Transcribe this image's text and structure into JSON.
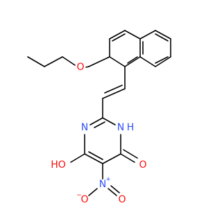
{
  "molecule": {
    "atoms": {
      "propoxy_o": "O",
      "ring_n_left": "N",
      "ring_nh_right": "H",
      "ring_n_right": "N",
      "hydroxy_h": "HO",
      "carbonyl_o": "O",
      "nitro_n": "N",
      "nitro_charge_pos": "+",
      "nitro_o_left": "O",
      "nitro_charge_neg": "−",
      "nitro_o_right": "O"
    },
    "colors": {
      "carbon": "#000000",
      "nitrogen": "#3050f8",
      "oxygen": "#ff0d0d"
    }
  }
}
